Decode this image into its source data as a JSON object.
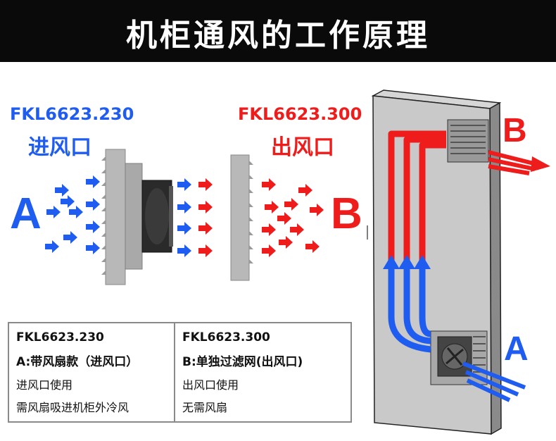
{
  "banner": {
    "title": "机柜通风的工作原理"
  },
  "left_unit": {
    "model": "FKL6623.230",
    "name": "进风口",
    "flow_letter": "A"
  },
  "right_unit": {
    "model": "FKL6623.300",
    "name": "出风口",
    "flow_letter": "B"
  },
  "cabinet": {
    "top_letter": "B",
    "bottom_letter": "A"
  },
  "table": {
    "left": {
      "model": "FKL6623.230",
      "type": "A:带风扇款（进风口）",
      "usage": "进风口使用",
      "note": "需风扇吸进机柜外冷风"
    },
    "right": {
      "model": "FKL6623.300",
      "type": "B:单独过滤网(出风口)",
      "usage": "出风口使用",
      "note": "无需风扇"
    }
  },
  "colors": {
    "blue": "#1f5cf0",
    "red": "#ef1c1c",
    "banner": "#0a0a0a"
  }
}
